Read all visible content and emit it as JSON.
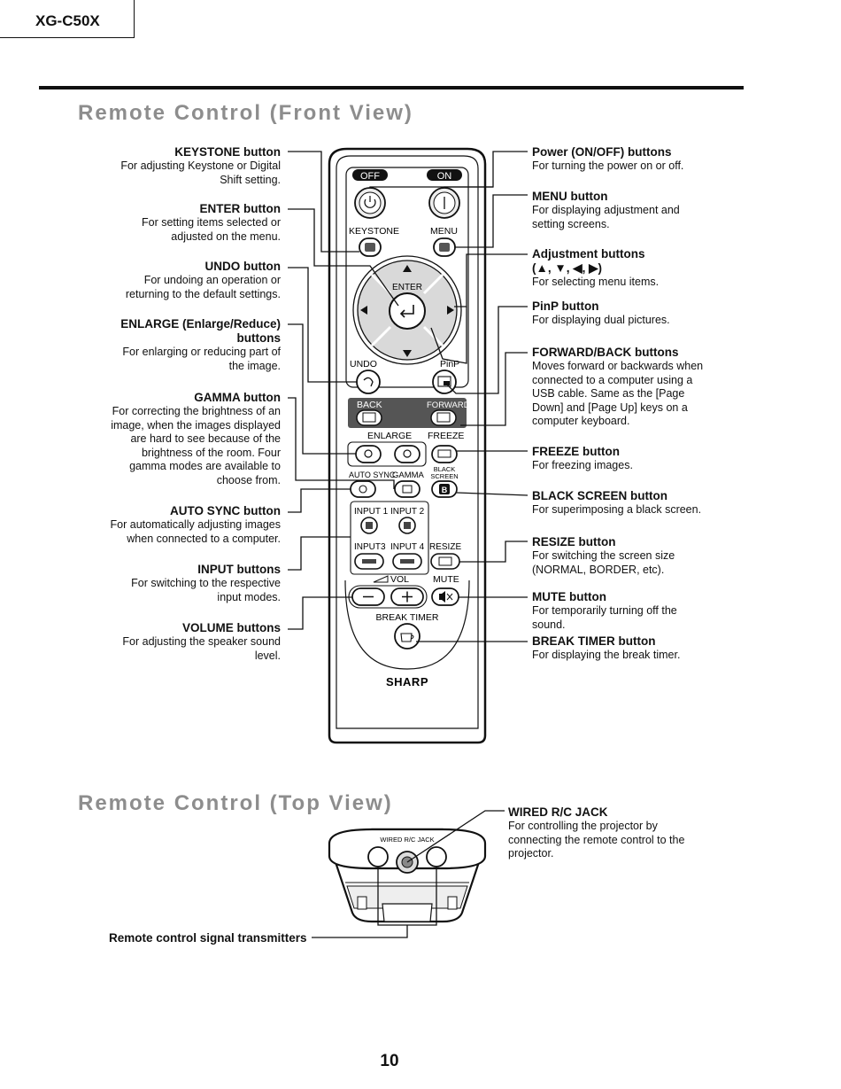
{
  "header": {
    "model": "XG-C50X",
    "page_number": "10"
  },
  "front": {
    "title": "Remote Control (Front View)",
    "left_callouts": [
      {
        "title": "KEYSTONE button",
        "desc": "For adjusting Keystone or Digital Shift setting."
      },
      {
        "title": "ENTER button",
        "desc": "For setting items selected or adjusted on the menu."
      },
      {
        "title": "UNDO button",
        "desc": "For undoing an operation or returning to the default settings."
      },
      {
        "title": "ENLARGE (Enlarge/Reduce) buttons",
        "desc": "For enlarging or reducing part of the image."
      },
      {
        "title": "GAMMA button",
        "desc": "For correcting the brightness of an image, when the images displayed are hard to see because of the brightness of the room. Four gamma modes are available to choose from."
      },
      {
        "title": "AUTO SYNC button",
        "desc": "For automatically adjusting images when connected to a computer."
      },
      {
        "title": "INPUT buttons",
        "desc": "For switching to the respective input modes."
      },
      {
        "title": "VOLUME buttons",
        "desc": "For adjusting the speaker sound level."
      }
    ],
    "right_callouts": [
      {
        "title": "Power (ON/OFF) buttons",
        "desc": "For turning the power on or off."
      },
      {
        "title": "MENU button",
        "desc": "For displaying adjustment and setting screens."
      },
      {
        "title": "Adjustment buttons",
        "title2": "(▲, ▼, ◀, ▶)",
        "desc": "For selecting menu items."
      },
      {
        "title": "PinP button",
        "desc": "For displaying dual pictures."
      },
      {
        "title": "FORWARD/BACK buttons",
        "desc": "Moves forward or backwards when connected to a computer using a USB cable. Same as the [Page Down] and [Page Up] keys on a computer keyboard."
      },
      {
        "title": "FREEZE button",
        "desc": "For freezing images."
      },
      {
        "title": "BLACK SCREEN button",
        "desc": "For superimposing a black screen."
      },
      {
        "title": "RESIZE button",
        "desc": "For switching the screen size (NORMAL, BORDER, etc)."
      },
      {
        "title": "MUTE button",
        "desc": "For temporarily turning off the sound."
      },
      {
        "title": "BREAK TIMER button",
        "desc": "For displaying the break timer."
      }
    ],
    "remote_labels": {
      "off": "OFF",
      "on": "ON",
      "keystone": "KEYSTONE",
      "menu": "MENU",
      "enter": "ENTER",
      "undo": "UNDO",
      "pinp": "PinP",
      "back": "BACK",
      "forward": "FORWARD",
      "enlarge": "ENLARGE",
      "freeze": "FREEZE",
      "auto_sync": "AUTO SYNC",
      "gamma": "GAMMA",
      "black": "BLACK",
      "screen": "SCREEN",
      "black_key": "B",
      "input1": "INPUT 1",
      "input2": "INPUT 2",
      "input3": "INPUT3",
      "input4": "INPUT 4",
      "resize": "RESIZE",
      "vol": "VOL",
      "mute": "MUTE",
      "break_timer": "BREAK TIMER",
      "brand": "SHARP"
    }
  },
  "top": {
    "title": "Remote Control (Top View)",
    "jack_title": "WIRED R/C JACK",
    "jack_desc": "For controlling the projector by connecting the remote control to the projector.",
    "jack_label": "WIRED R/C JACK",
    "transmitters": "Remote control signal transmitters"
  }
}
